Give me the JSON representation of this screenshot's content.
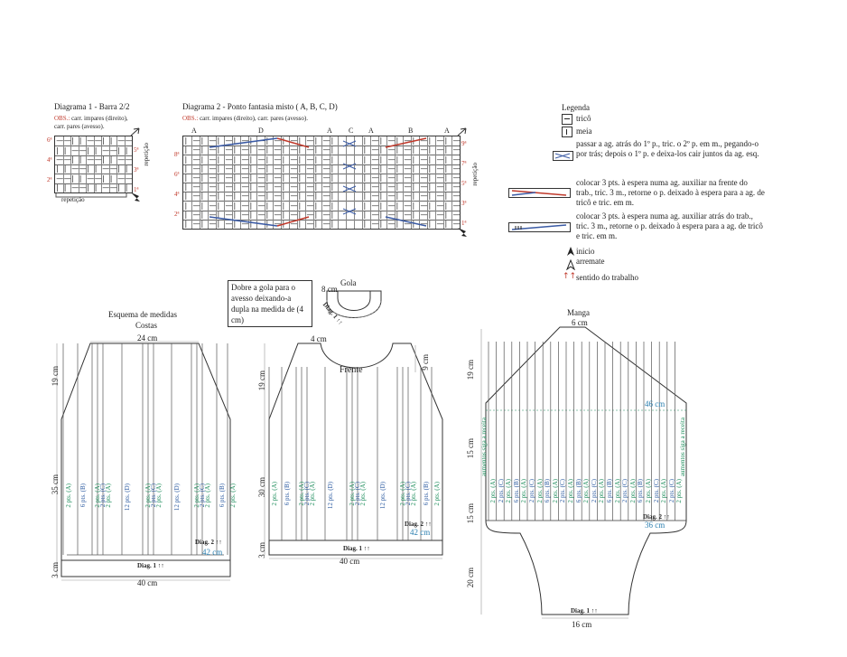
{
  "diagram1": {
    "title": "Diagrama 1 - Barra 2/2",
    "obs_label": "OBS.:",
    "obs_text": "carr. impares (direito), carr. pares (avesso).",
    "repeat_bottom": "repetição",
    "repeat_right": "repetição",
    "rows_left": [
      "6ª",
      "4ª",
      "2ª"
    ],
    "rows_right": [
      "5ª",
      "3ª",
      "1ª"
    ]
  },
  "diagram2": {
    "title": "Diagrama 2 - Ponto fantasia misto ( A, B, C, D)",
    "obs_label": "OBS.:",
    "obs_text": "carr. impares (direito), carr. pares (avesso).",
    "section_labels": [
      "A",
      "D",
      "A",
      "C",
      "A",
      "B",
      "A"
    ],
    "repeat_right": "repetição",
    "rows_left": [
      "8ª",
      "6ª",
      "4ª",
      "2ª"
    ],
    "rows_right": [
      "9ª",
      "7ª",
      "5ª",
      "3ª",
      "1ª"
    ]
  },
  "legend": {
    "title": "Legenda",
    "items": [
      {
        "icon": "purl-dash-icon",
        "text": "tricô"
      },
      {
        "icon": "knit-bar-icon",
        "text": "meia"
      },
      {
        "icon": "cross-2-icon",
        "text": "passar a ag. atrás do 1º p., tric. o 2º p. em m., pegando-o por trás; depois o 1º p. e deixa-los cair juntos da ag. esq."
      },
      {
        "icon": "cable-front-icon",
        "text": "colocar 3 pts. à espera numa ag. auxiliar na frente do trab., tric. 3 m., retorne o p. deixado à espera para a ag. de tricô e tric. em m."
      },
      {
        "icon": "cable-back-icon",
        "text": "colocar 3 pts. à espera numa ag. auxiliar atrás do trab., tric. 3 m., retorne o p. deixado à espera para a ag. de tricô e tric. em m."
      },
      {
        "icon": "start-arrow-icon",
        "text": "inicio"
      },
      {
        "icon": "bindoff-arrow-icon",
        "text": "arremate"
      },
      {
        "icon": "direction-arrows-icon",
        "text": "sentido do trabalho"
      }
    ]
  },
  "gola": {
    "note": "Dobre a gola para o avesso deixando-a dupla na medida de (4 cm)",
    "title": "Gola",
    "width": "8 cm",
    "diag": "Diag. 1 ↑↑"
  },
  "costas": {
    "title1": "Esquema de medidas",
    "title2": "Costas",
    "top": "24 cm",
    "h1": "19 cm",
    "h2": "35 cm",
    "h3": "3 cm",
    "bottom": "40 cm",
    "width42": "42 cm",
    "diag1": "Diag. 1 ↑↑",
    "diag2": "Diag. 2 ↑↑",
    "col_labels": [
      "2 pts. (A)",
      "6 pts. (B)",
      "2 pts. (A)",
      "2 pts. (C)",
      "2 pts. (A)",
      "12 pts. (D)",
      "2 pts. (A)",
      "2 pts. (C)",
      "2 pts. (A)",
      "12 pts. (D)",
      "2 pts. (A)",
      "2 pts. (C)",
      "2 pts. (A)",
      "6 pts. (B)",
      "2 pts. (A)"
    ]
  },
  "frente": {
    "title": "Frente",
    "neck": "4 cm",
    "neck_depth": "9 cm",
    "h1": "19 cm",
    "h2": "30 cm",
    "h3": "3 cm",
    "bottom": "40 cm",
    "width42": "42 cm",
    "diag1": "Diag. 1 ↑↑",
    "diag2": "Diag. 2 ↑↑",
    "col_labels": [
      "2 pts. (A)",
      "6 pts. (B)",
      "2 pts. (A)",
      "2 pts. (C)",
      "2 pts. (A)",
      "12 pts. (D)",
      "2 pts. (A)",
      "2 pts. (C)",
      "2 pts. (A)",
      "12 pts. (D)",
      "2 pts. (A)",
      "2 pts. (C)",
      "2 pts. (A)",
      "6 pts. (B)",
      "2 pts. (A)"
    ]
  },
  "manga": {
    "title": "Manga",
    "top": "6 cm",
    "h1": "19 cm",
    "h2": "15 cm",
    "h3": "15 cm",
    "h4": "20 cm",
    "width46": "46 cm",
    "width36": "36 cm",
    "bottom": "16 cm",
    "diag1": "Diag. 1 ↑↑",
    "diag2": "Diag. 2 ↑↑",
    "side_note": "aumentos siga a receita",
    "col_labels": [
      "2 pts. (A)",
      "2 pts. (C)",
      "2 pts. (A)",
      "6 pts. (B)",
      "2 pts. (A)",
      "2 pts. (C)",
      "2 pts. (A)",
      "6 pts. (B)",
      "2 pts. (A)",
      "2 pts. (C)",
      "2 pts. (A)",
      "6 pts. (B)",
      "2 pts. (A)",
      "2 pts. (C)",
      "2 pts. (A)",
      "6 pts. (B)",
      "2 pts. (A)",
      "2 pts. (C)",
      "2 pts. (A)",
      "6 pts. (B)",
      "2 pts. (A)",
      "2 pts. (C)",
      "2 pts. (A)",
      "2 pts. (C)",
      "2 pts. (A)"
    ]
  }
}
